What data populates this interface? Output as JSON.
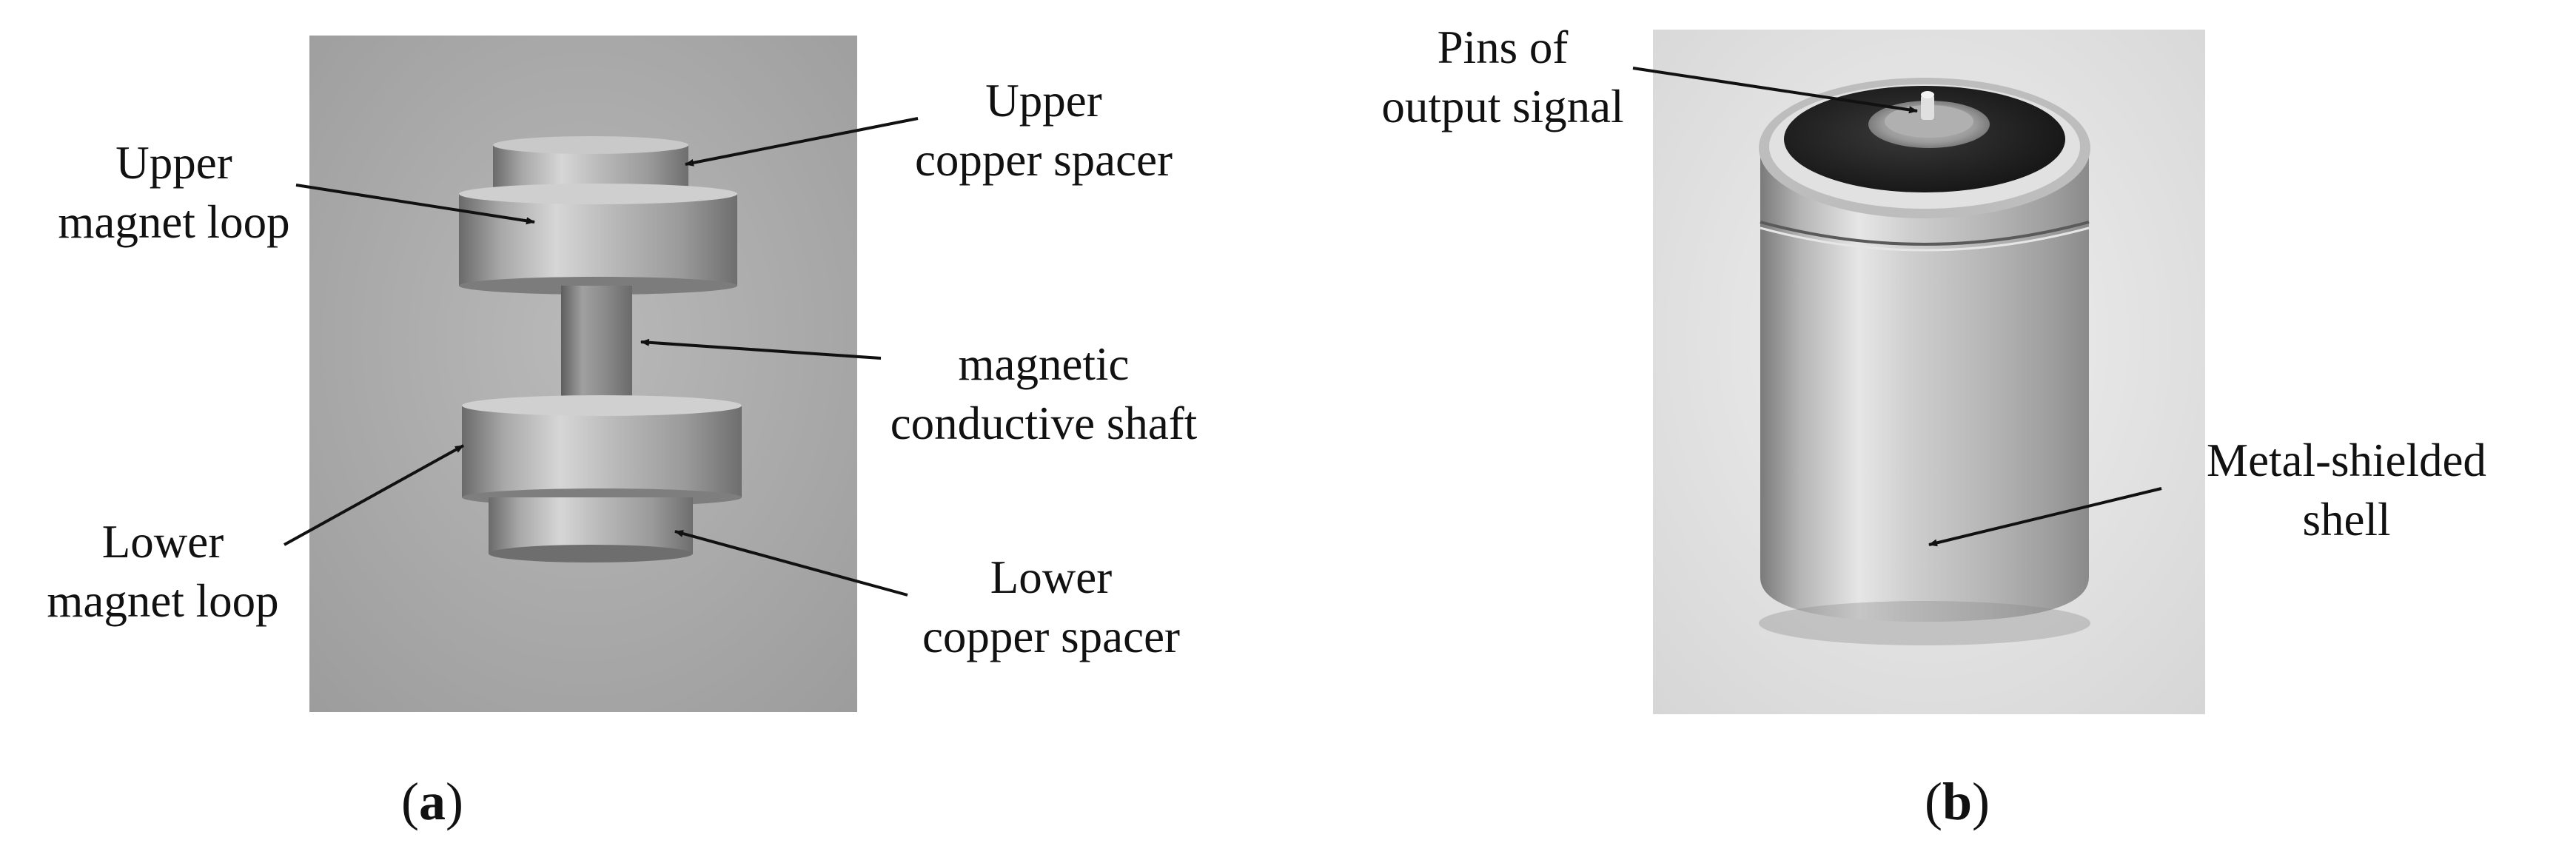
{
  "panel_a": {
    "labels": {
      "upper_magnet_loop": [
        "Upper",
        "magnet loop"
      ],
      "upper_copper_spacer": [
        "Upper",
        "copper spacer"
      ],
      "magnetic_conductive_shaft": [
        "magnetic",
        "conductive shaft"
      ],
      "lower_magnet_loop": [
        "Lower",
        "magnet loop"
      ],
      "lower_copper_spacer": [
        "Lower",
        "copper spacer"
      ]
    },
    "caption": {
      "open": "(",
      "letter": "a",
      "close": ")"
    }
  },
  "panel_b": {
    "labels": {
      "pins_of_output_signal": [
        "Pins of",
        "output signal"
      ],
      "metal_shielded_shell": [
        "Metal-shielded",
        "shell"
      ]
    },
    "caption": {
      "open": "(",
      "letter": "b",
      "close": ")"
    }
  }
}
